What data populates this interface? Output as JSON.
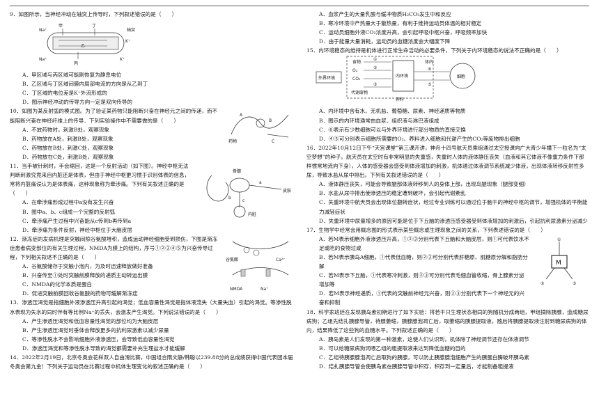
{
  "left": {
    "q9": {
      "stem": "9．如图所示，当神经冲动在轴突上传导时，下列叙述错误的是（　　）",
      "figure_labels": {
        "jia": "甲",
        "yi": "乙",
        "bing": "丙",
        "ding": "丁",
        "axon": "轴突",
        "na1": "Na⁺",
        "na2": "Na⁺",
        "k1": "K⁺",
        "k2": "K⁺"
      },
      "options": [
        "A．甲区域与丙区域可能刚恢复为静息电位",
        "B．乙区域与丁区域间膜内局部电流的方向是从乙到丁",
        "C．丁区域的电位差是K⁺外流形成的",
        "D．图示神经冲动的传导方向一定是双向传导的"
      ]
    },
    "q10": {
      "stem": "10．如图为某反射弧的模式图。为了验证某药物只能阻断兴奋在神经元之间的传递，而不能阻断兴奋在神经纤维上的传导．下列实验操作中不需要做的是（　　）",
      "figure_labels": {
        "a": "A",
        "b": "B",
        "c": "C",
        "drug": "药物"
      },
      "options": [
        "A．不放药物时，刺激B处，观察现象",
        "B．药物放在A处，刺激B处，观察现象",
        "C．药物放在B处，刺激C处，观察现象",
        "D．药物放在C处，刺激B处，观察现象"
      ]
    },
    "q11": {
      "stem": "11．当手被针刺时，手会缩回，这是一个反射活动（如下图）。神经中枢无法判断刺激究竟来自内脏还是体表，但由于神经中枢更习惯于识别体表的信息，常将内脏痛误认为是体表痛，这种现象称为牵涉痛。下列有关叙述正确的是（　　）",
      "figure_labels": {
        "skin": "皮肤",
        "spine": "脊髓",
        "viscera": "内脏",
        "a": "a",
        "b": "b",
        "c": "c"
      },
      "options": [
        "A．在牵涉痛形成过程中a没有发生兴奋",
        "B．图中a、b、c组成一个完整的反射弧",
        "C．牵涉痛产生过程中兴奋能从c传到b再传到a",
        "D．牵涉痛为条件反射，神经中枢位于大脑皮层"
      ]
    },
    "q12": {
      "stem": "12．渐冻症的发病机理是突触间隙谷氨酸堆积，造成运动神经细胞受到损伤，下图是渐冻症患者病变部位的有关生理过程，NMDA为膜上的结构，序号①②③④⑤为兴奋传导过程，下列相关叙述不正确的是（　　）",
      "figure_labels": {
        "glu": "谷氨酸",
        "nmda": "NMDA",
        "ca": "Ca²⁺",
        "na": "Na⁺"
      },
      "options": [
        "A．谷氨酸储存于突触小泡内，为及时迅速释放做好准备",
        "B．兴奋传至①处时突触前膜释放的递质主动转运出膜",
        "C．NMDA的化学本质是蛋白",
        "D．促进突触前膜回收谷氨酸的药物可缓解渐冻症"
      ]
    },
    "q13": {
      "stem": "13．渗透压渴觉是指细胞外液渗透压升高引起的渴觉；低血容量性渴觉是指体液流失（大量失血）引起的渴觉。等渗性脱水表现为失水的同时伴有等比例Na⁺的丢失，会激发产生渴觉。下列说法错误的是（　　）",
      "options": [
        "A．产生渗透压渴觉和低血容量性渴觉的部位均为大脑皮层",
        "B．产生渗透压渴觉时垂体会释放更多的抗利尿激素以减少尿量",
        "C．等渗性脱水不会影响细胞外液渗透压，会导致低血容量性渴觉",
        "D．渗透压渴觉和等渗性脱水导致的渴觉都需要补充生理盐水才能缓解"
      ]
    },
    "q14": {
      "stem": "14．2022年2月19日，北京冬奥会花样双人自由滑比赛，中国组合隋文静/韩聪以239.88分的总成绩获得中国代表团本届冬奥会第九金！下列关于运动员在比赛过程中机体生理变化的叙述正确的是（　　）"
    }
  },
  "right": {
    "q14_options": [
      "A．血浆产生的大量乳酸与缓冲物质H₂CO₃发生中和反应",
      "B．寒冷环境中产热量大于散热量，有利于维持运动员体温的相对稳定",
      "C．运动员细胞外液CO₂浓度升高，会引起呼吸中枢兴奋，呼吸频率加快",
      "D．由于能量大量消耗，运动员的血糖浓度会大幅度下降"
    ],
    "q15": {
      "stem": "15．内环境稳态的维持是机体进行正常生命活动的必要条件，下列关于内环境稳态的说法不正确的是（　　）",
      "figure_labels": {
        "external": "外界环境",
        "body": "体内",
        "food": "食物",
        "o2": "O₂",
        "co2": "CO₂",
        "nutrients": "养料",
        "waste": "代谢废物",
        "inner": "内环境",
        "cell": "细胞",
        "n1": "①",
        "n2": "②",
        "n3": "③",
        "n4": "④",
        "n5": "⑤"
      },
      "options": [
        "A．内环境中含有水、无机盐、葡萄糖、尿素、神经递质等物质",
        "B．图示的内环境通常由血浆、组织液与淋巴液组成",
        "C．⑥表示有少数细胞可以与外界环境进行部分物质的直接交换",
        "D．④⑤可分别表示细胞所需要的O₂、养料进入细胞和代谢产生的CO₂等废物排出细胞"
      ]
    },
    "q16": {
      "stem": "16．2022年10月12日下午“天宫课堂”第三课开讲，神舟十四号航天员乘组通过太空授课向广大青少年播下一粒名为“太空梦想”的种子。航天员在太空时有非常明显的失重感，失重时人体的液体静压丧失（血液和其它体液不像重力条件下那样惯常地流向下身），人体的感受器会感受到体液增加的刺激，机体通过体液调节系统减少体液，出现体液转移反射性多尿，导致水盐从尿中排出。下列有关叙述错误的是（　　）",
      "options": [
        "A．液体静压丧失，可能会导致腿部体液转移到人的身体上部，出现鸟腿现象（腿部变细）",
        "B．水盐从尿中排出使渗透压的稳定遭到破坏，会引起代谢紊乱",
        "C．失重环境中航天员会出现体位翻转症状，经过专业训练可以通过位于脑干的神经中枢的调节，增强机体的平衡能力减轻症状",
        "D．失重环境中尿量增多的原因可能是位于下丘脑的渗透压感受器受到体液增加的刺激后，引起抗利尿激素分泌减少"
      ]
    },
    "q17": {
      "stem": "17．生物学中经常会用概念图的形式表示某些概念或生理现象之间的关系，下列表述错误的是（　　）",
      "lines": [
        "A．若M表示细胞外液渗透压升高，①②③分别代表下丘脑和大脑皮层，则①可代表饮水不足或吃的食物过咸",
        "B．若M表示胰岛A细胞，①代表低血糖，则②③可分别代表肝糖原、肌糖原分解和脂肪分解",
        "C．若M表示下丘脑，①代表寒冷刺激，则②③可分别代表毛细血管收缩，骨上腺素分泌增加等",
        "D．若M表示神经递质，①代表的突触前神经元兴奋，则②③分别代表下一个神经元的兴奋和抑制"
      ],
      "figure_labels": {
        "m": "M",
        "n1": "①",
        "n2": "②",
        "n3": "③"
      }
    },
    "q18": {
      "stem": "18．科学家班廷在发现胰岛素初期进行了如下实验：将若干只生理状态相同的狗随机分成两组，甲组摘除胰腺，造成糖尿病狗；乙组先结扎胰腺导管，待腺萎缩，胰腺腺泡凋亡后，取萎缩的胰腺提取液，随后将胰腺提取液注射到糖尿病狗的体内，结果降低了这些狗的血糖水平。下列叙述正确的是（　　）",
      "options": [
        "A．胰岛素是人们发现的第一种激素，这使人们认识到，机体除了神经调节还存在体液调节",
        "B．可以给糖尿病狗饲喂乙组的粗提取液来达到降低血糖的目的",
        "C．乙组待胰腺腺泡凋亡后取狗的胰腺，可以防止胰腺腺泡细胞产生的胰蛋白酶破坏胰岛素",
        "D．结扎胰腺导管会使胰岛素在胰腺导管中积存，积存到一定量后，才能制备粗提液"
      ]
    }
  }
}
